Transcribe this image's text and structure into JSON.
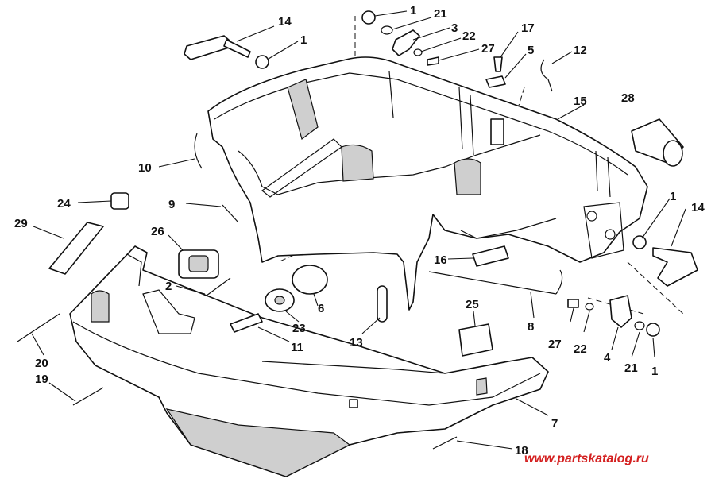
{
  "diagram": {
    "callouts": [
      {
        "id": "c14a",
        "label": "14"
      },
      {
        "id": "c1a",
        "label": "1"
      },
      {
        "id": "c1b",
        "label": "1"
      },
      {
        "id": "c21a",
        "label": "21"
      },
      {
        "id": "c3",
        "label": "3"
      },
      {
        "id": "c22a",
        "label": "22"
      },
      {
        "id": "c27a",
        "label": "27"
      },
      {
        "id": "c17",
        "label": "17"
      },
      {
        "id": "c5",
        "label": "5"
      },
      {
        "id": "c12",
        "label": "12"
      },
      {
        "id": "c15",
        "label": "15"
      },
      {
        "id": "c28",
        "label": "28"
      },
      {
        "id": "c10",
        "label": "10"
      },
      {
        "id": "c9",
        "label": "9"
      },
      {
        "id": "c24",
        "label": "24"
      },
      {
        "id": "c29",
        "label": "29"
      },
      {
        "id": "c26",
        "label": "26"
      },
      {
        "id": "c16",
        "label": "16"
      },
      {
        "id": "c1c",
        "label": "1"
      },
      {
        "id": "c14b",
        "label": "14"
      },
      {
        "id": "c2",
        "label": "2"
      },
      {
        "id": "c6",
        "label": "6"
      },
      {
        "id": "c23",
        "label": "23"
      },
      {
        "id": "c25",
        "label": "25"
      },
      {
        "id": "c8",
        "label": "8"
      },
      {
        "id": "c27b",
        "label": "27"
      },
      {
        "id": "c22b",
        "label": "22"
      },
      {
        "id": "c4",
        "label": "4"
      },
      {
        "id": "c21b",
        "label": "21"
      },
      {
        "id": "c1d",
        "label": "1"
      },
      {
        "id": "c11",
        "label": "11"
      },
      {
        "id": "c13",
        "label": "13"
      },
      {
        "id": "c20",
        "label": "20"
      },
      {
        "id": "c19",
        "label": "19"
      },
      {
        "id": "c7",
        "label": "7"
      },
      {
        "id": "c18",
        "label": "18"
      }
    ]
  },
  "watermark": {
    "text": "www.partskatalog.ru",
    "color": "#d42020"
  }
}
